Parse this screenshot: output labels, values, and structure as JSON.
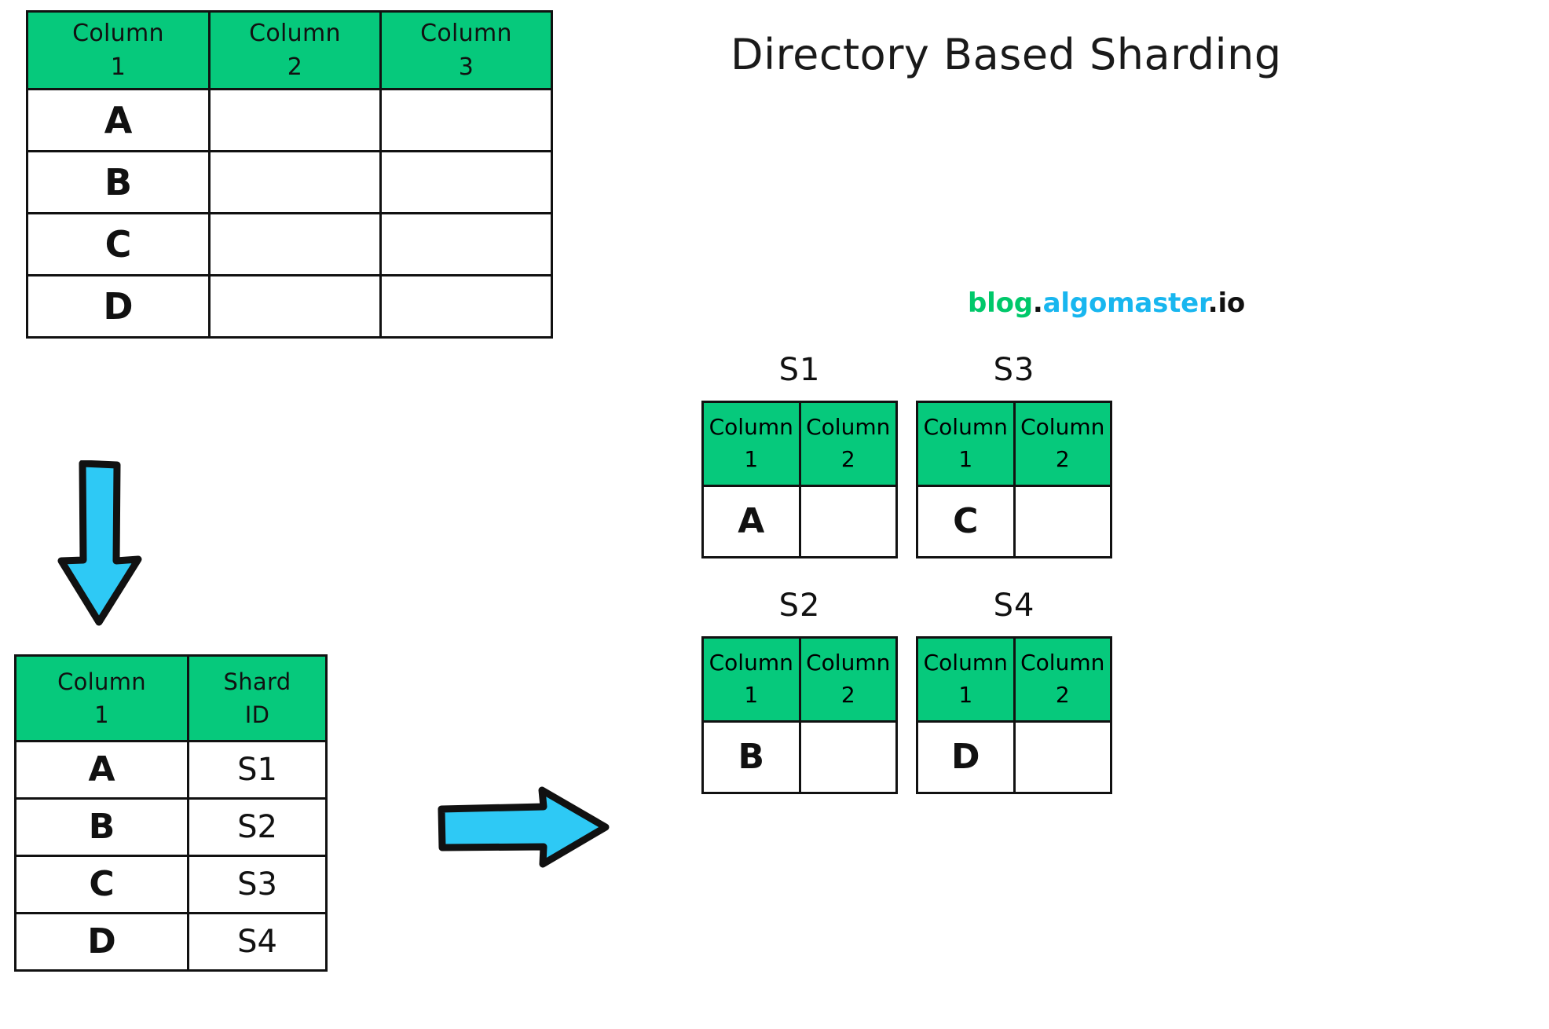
{
  "title": "Directory Based Sharding",
  "brand": {
    "part1": "blog",
    "sep1": ".",
    "part2": "algomaster",
    "sep2": ".",
    "part3": "io",
    "color_blog": "#00c86a",
    "color_algomaster": "#18b6ef",
    "color_io": "#111111"
  },
  "colors": {
    "header_green": "#06c97c",
    "arrow_fill": "#2ec9f5",
    "arrow_stroke": "#111111",
    "border": "#111111"
  },
  "main_table": {
    "name": "source-table",
    "headers": [
      {
        "label": "Column",
        "num": "1"
      },
      {
        "label": "Column",
        "num": "2"
      },
      {
        "label": "Column",
        "num": "3"
      }
    ],
    "rows": [
      {
        "c1": "A",
        "c2": "",
        "c3": ""
      },
      {
        "c1": "B",
        "c2": "",
        "c3": ""
      },
      {
        "c1": "C",
        "c2": "",
        "c3": ""
      },
      {
        "c1": "D",
        "c2": "",
        "c3": ""
      }
    ]
  },
  "directory_table": {
    "name": "directory-lookup-table",
    "headers": [
      {
        "label": "Column",
        "num": "1"
      },
      {
        "label": "Shard",
        "num": "ID"
      }
    ],
    "rows": [
      {
        "key": "A",
        "shard": "S1"
      },
      {
        "key": "B",
        "shard": "S2"
      },
      {
        "key": "C",
        "shard": "S3"
      },
      {
        "key": "D",
        "shard": "S4"
      }
    ]
  },
  "shards": [
    {
      "label": "S1",
      "headers": [
        {
          "label": "Column",
          "num": "1"
        },
        {
          "label": "Column",
          "num": "2"
        }
      ],
      "rows": [
        {
          "c1": "A",
          "c2": ""
        }
      ]
    },
    {
      "label": "S3",
      "headers": [
        {
          "label": "Column",
          "num": "1"
        },
        {
          "label": "Column",
          "num": "2"
        }
      ],
      "rows": [
        {
          "c1": "C",
          "c2": ""
        }
      ]
    },
    {
      "label": "S2",
      "headers": [
        {
          "label": "Column",
          "num": "1"
        },
        {
          "label": "Column",
          "num": "2"
        }
      ],
      "rows": [
        {
          "c1": "B",
          "c2": ""
        }
      ]
    },
    {
      "label": "S4",
      "headers": [
        {
          "label": "Column",
          "num": "1"
        },
        {
          "label": "Column",
          "num": "2"
        }
      ],
      "rows": [
        {
          "c1": "D",
          "c2": ""
        }
      ]
    }
  ],
  "arrows": [
    {
      "name": "arrow-down",
      "direction": "down"
    },
    {
      "name": "arrow-right",
      "direction": "right"
    }
  ]
}
